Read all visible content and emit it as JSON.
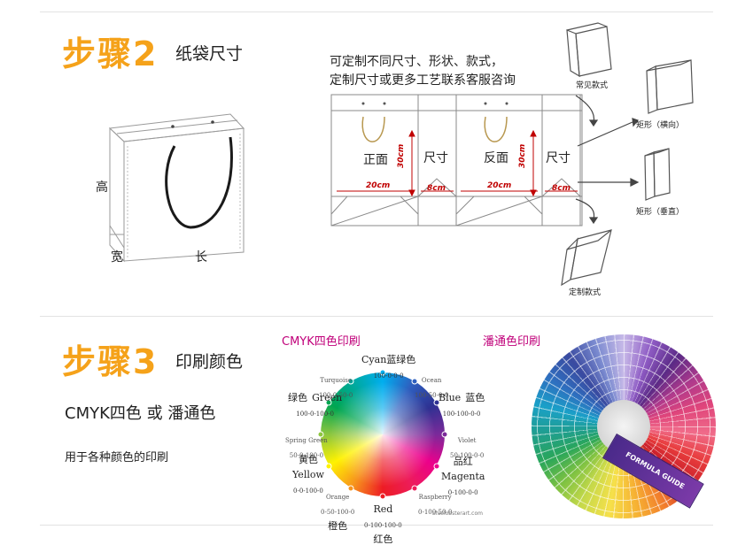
{
  "step2": {
    "title": "步骤2",
    "subtitle": "纸袋尺寸",
    "bag_labels": {
      "height": "高",
      "width": "宽",
      "length": "长"
    },
    "note_line1": "可定制不同尺寸、形状、款式，",
    "note_line2": "定制尺寸或更多工艺联系客服咨询",
    "panels": {
      "front": "正面",
      "side1": "尺寸",
      "back": "反面",
      "side2": "尺寸"
    },
    "dims": {
      "height": "30cm",
      "width_front": "20cm",
      "gusset_front": "8cm",
      "width_back": "20cm",
      "gusset_back": "8cm",
      "height_back": "30cm"
    },
    "styles": {
      "common": "常见款式",
      "horizontal": "矩形（横向）",
      "vertical": "矩形（垂直）",
      "custom": "定制款式"
    }
  },
  "step3": {
    "title": "步骤3",
    "subtitle": "印刷颜色",
    "options": "CMYK四色 或 潘通色",
    "desc": "用于各种颜色的印刷",
    "cmyk_title": "CMYK四色印刷",
    "pantone_title": "潘通色印刷",
    "pantone_guide": "FORMULA GUIDE",
    "wheel": {
      "cyan_en": "Cyan",
      "cyan_cn": "蓝绿色",
      "cyan_code": "100-0-0-0",
      "ocean": "Ocean",
      "ocean_code": "100-50-0-0",
      "blue_en": "Blue",
      "blue_cn": "蓝色",
      "blue_code": "100-100-0-0",
      "violet": "Violet",
      "violet_code": "50-100-0-0",
      "magenta_cn": "品红",
      "magenta_en": "Magenta",
      "magenta_code": "0-100-0-0",
      "raspberry": "Raspberry",
      "raspberry_code": "0-100-50-0",
      "red_en": "Red",
      "red_code": "0-100-100-0",
      "red_cn": "红色",
      "orange": "Orange",
      "orange_code": "0-50-100-0",
      "orange_cn": "橙色",
      "yellow_cn": "黄色",
      "yellow_en": "Yellow",
      "yellow_code": "0-0-100-0",
      "spring_green": "Spring Green",
      "spring_green_code": "50-0-100-0",
      "green_cn": "绿色",
      "green_en": "Green",
      "green_code": "100-0-100-0",
      "turquoise": "Turquoise",
      "turquoise_code": "100-0-50-0",
      "credit": "bluelobsterart.com"
    }
  }
}
